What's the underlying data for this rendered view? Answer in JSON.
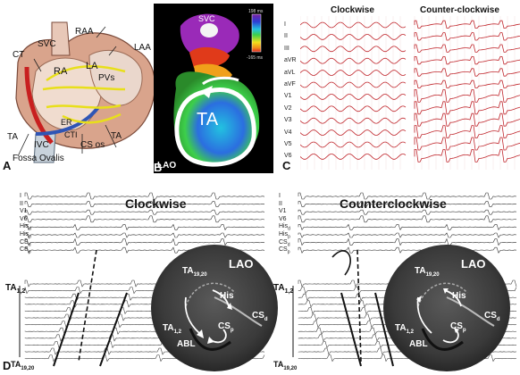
{
  "panels": {
    "a": "A",
    "b": "B",
    "c": "C",
    "d": "D"
  },
  "anatomy": {
    "raa": "RAA",
    "svc": "SVC",
    "laa": "LAA",
    "ct": "CT",
    "ra": "RA",
    "la": "LA",
    "pvs": "PVs",
    "er": "ER",
    "cti": "CTI",
    "ta_left": "TA",
    "ta_right": "TA",
    "ivc": "IVC",
    "cs_os": "CS os",
    "fossa": "Fossa Ovalis"
  },
  "map": {
    "svc": "SVC",
    "ta": "TA",
    "lao": "LAO",
    "scale_top": "198 ms",
    "scale_bottom": "-165 ms"
  },
  "ecg": {
    "title_cw": "Clockwise",
    "title_ccw": "Counter-clockwise",
    "leads": [
      "I",
      "II",
      "III",
      "aVR",
      "aVL",
      "aVF",
      "V1",
      "V2",
      "V3",
      "V4",
      "V5",
      "V6"
    ]
  },
  "egm_cw": {
    "title": "Clockwise",
    "leads": [
      "I",
      "II",
      "V1",
      "V6",
      "His",
      "His",
      "CS",
      "CS"
    ],
    "lead_subs": [
      "",
      "",
      "",
      "",
      "d",
      "p",
      "d",
      "p"
    ],
    "ta_top": "TA",
    "ta_top_sub": "1,2",
    "ta_bottom": "TA",
    "ta_bottom_sub": "19,20"
  },
  "egm_ccw": {
    "title": "Counterclockwise",
    "leads": [
      "I",
      "II",
      "V1",
      "V6",
      "His",
      "His",
      "CS",
      "CS"
    ],
    "lead_subs": [
      "",
      "",
      "",
      "",
      "d",
      "p",
      "d",
      "p"
    ],
    "ta_top": "TA",
    "ta_top_sub": "1,2",
    "ta_bottom": "TA",
    "ta_bottom_sub": "19,20"
  },
  "fluoro": {
    "lao": "LAO",
    "ta_top": "TA",
    "ta_top_sub": "19,20",
    "his": "His",
    "cs_p": "CS",
    "cs_p_sub": "p",
    "cs_d": "CS",
    "cs_d_sub": "d",
    "ta_bot": "TA",
    "ta_bot_sub": "1,2",
    "abl": "ABL"
  },
  "colors": {
    "egm_trace": "#c0272d",
    "scale_top": "#7a1fa2",
    "scale_bottom": "#d22"
  }
}
